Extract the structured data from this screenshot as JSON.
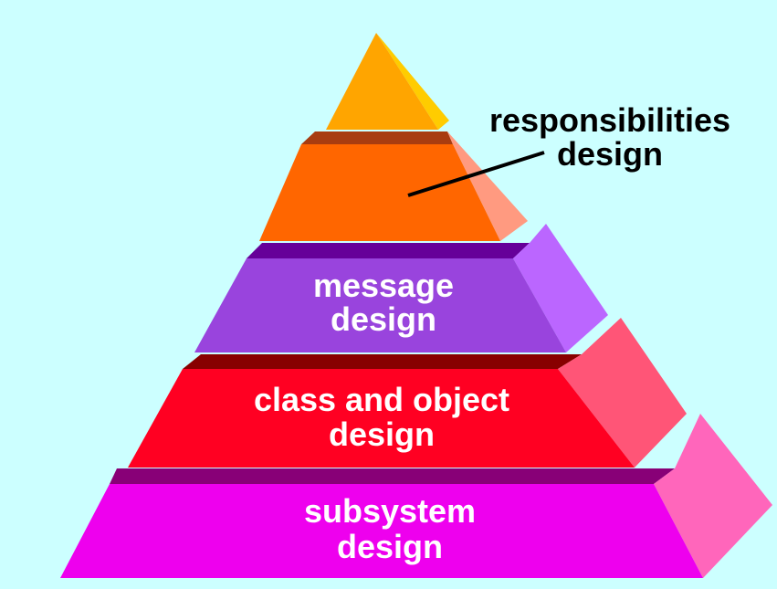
{
  "diagram": {
    "background_color": "#ccffff",
    "tiers": [
      {
        "id": "apex",
        "lines": [],
        "colors": {
          "front": "#ffa500",
          "side": "#ffcc00",
          "top": "#ffa500"
        }
      },
      {
        "id": "responsibilities",
        "lines": [],
        "colors": {
          "front": "#ff6600",
          "side": "#ff9a80",
          "top": "#a83c10"
        }
      },
      {
        "id": "message",
        "lines": [
          "message",
          "design"
        ],
        "colors": {
          "front": "#9944dd",
          "side": "#bb66ff",
          "top": "#660099"
        }
      },
      {
        "id": "class-object",
        "lines": [
          "class and object",
          "design"
        ],
        "colors": {
          "front": "#ff0022",
          "side": "#ff5577",
          "top": "#880000"
        }
      },
      {
        "id": "subsystem",
        "lines": [
          "subsystem",
          "design"
        ],
        "colors": {
          "front": "#ee00ee",
          "side": "#ff66bb",
          "top": "#880077"
        }
      }
    ],
    "callout": {
      "lines": [
        "responsibilities",
        "design"
      ],
      "text_color": "#000000",
      "leader_color": "#000000"
    }
  }
}
